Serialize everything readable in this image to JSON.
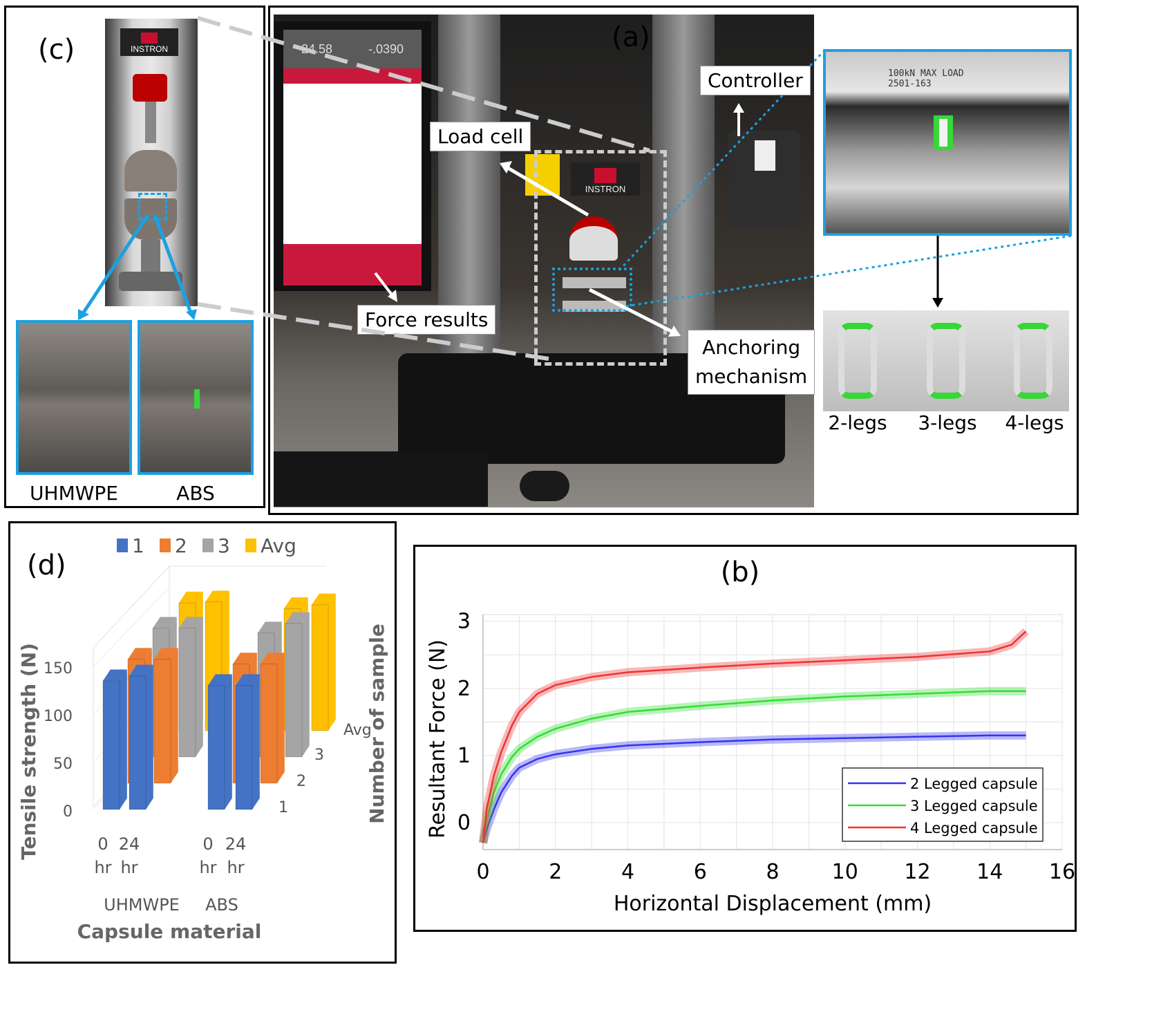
{
  "panel_a": {
    "label": "(a)",
    "callouts": {
      "controller": "Controller",
      "load_cell": "Load cell",
      "force_results": "Force results",
      "anchoring": [
        "Anchoring",
        "mechanism"
      ]
    },
    "brand": "INSTRON",
    "screen_values": [
      "24.58",
      "-.0390"
    ],
    "plate_text": [
      "100kN MAX LOAD",
      "2501-163"
    ],
    "legs": [
      "2-legs",
      "3-legs",
      "4-legs"
    ]
  },
  "panel_c": {
    "label": "(c)",
    "brand": "INSTRON",
    "materials": [
      "UHMWPE",
      "ABS"
    ]
  },
  "colors": {
    "blue_frame": "#1ba1e2",
    "series_2leg": "#3333ee",
    "series_3leg": "#33dd33",
    "series_4leg": "#ee3333",
    "bar_1": "#4472c4",
    "bar_2": "#ed7d31",
    "bar_3": "#a5a5a5",
    "bar_avg": "#ffc000",
    "capsule_green": "#39d639"
  },
  "chart_data": [
    {
      "panel": "(b)",
      "type": "line",
      "title": "(b)",
      "xlabel": "Horizontal Displacement (mm)",
      "ylabel": "Resultant Force (N)",
      "xlim": [
        0,
        16
      ],
      "ylim": [
        -0.4,
        3.1
      ],
      "xticks": [
        "0",
        "2",
        "4",
        "6",
        "8",
        "10",
        "12",
        "14",
        "16"
      ],
      "yticks": [
        "0",
        "1",
        "2",
        "3"
      ],
      "grid": true,
      "legend_position": "bottom-right",
      "series": [
        {
          "name": "2 Legged capsule",
          "color": "#3333ee",
          "x": [
            0,
            0.1,
            0.3,
            0.5,
            0.8,
            1.0,
            1.5,
            2,
            3,
            4,
            6,
            8,
            10,
            12,
            14,
            15
          ],
          "y": [
            -0.3,
            -0.1,
            0.2,
            0.45,
            0.7,
            0.82,
            0.95,
            1.02,
            1.1,
            1.15,
            1.2,
            1.24,
            1.26,
            1.28,
            1.3,
            1.3
          ]
        },
        {
          "name": "3 Legged capsule",
          "color": "#33dd33",
          "x": [
            0,
            0.1,
            0.3,
            0.5,
            0.8,
            1.0,
            1.5,
            2,
            3,
            4,
            6,
            8,
            10,
            12,
            14,
            15
          ],
          "y": [
            -0.3,
            0.05,
            0.45,
            0.72,
            0.98,
            1.1,
            1.28,
            1.4,
            1.55,
            1.65,
            1.74,
            1.82,
            1.88,
            1.92,
            1.96,
            1.96
          ]
        },
        {
          "name": "4 Legged capsule",
          "color": "#ee3333",
          "x": [
            0,
            0.1,
            0.3,
            0.5,
            0.8,
            1.0,
            1.5,
            2,
            3,
            4,
            6,
            8,
            10,
            12,
            14,
            14.6,
            15
          ],
          "y": [
            -0.3,
            0.2,
            0.7,
            1.05,
            1.45,
            1.65,
            1.92,
            2.05,
            2.17,
            2.24,
            2.31,
            2.37,
            2.42,
            2.47,
            2.55,
            2.65,
            2.85
          ]
        }
      ]
    },
    {
      "panel": "(d)",
      "type": "bar",
      "title": "(d)",
      "xlabel": "Capsule material",
      "ylabel": "Tensile strength (N)",
      "zlabel": "Number of sample",
      "ylim": [
        0,
        150
      ],
      "yticks": [
        "0",
        "50",
        "100",
        "150"
      ],
      "depth_ticks": [
        "1",
        "2",
        "3",
        "Avg"
      ],
      "groups": [
        "UHMWPE",
        "ABS"
      ],
      "categories": [
        [
          "0",
          "hr"
        ],
        [
          "24",
          "hr"
        ],
        [
          "0",
          "hr"
        ],
        [
          "24",
          "hr"
        ]
      ],
      "series": [
        {
          "name": "1",
          "color": "#4472c4",
          "values": [
            135,
            140,
            130,
            130
          ]
        },
        {
          "name": "2",
          "color": "#ed7d31",
          "values": [
            130,
            130,
            125,
            125
          ]
        },
        {
          "name": "3",
          "color": "#a5a5a5",
          "values": [
            135,
            135,
            130,
            140
          ]
        },
        {
          "name": "Avg",
          "color": "#ffc000",
          "values": [
            134,
            135,
            128,
            132
          ]
        }
      ]
    }
  ]
}
